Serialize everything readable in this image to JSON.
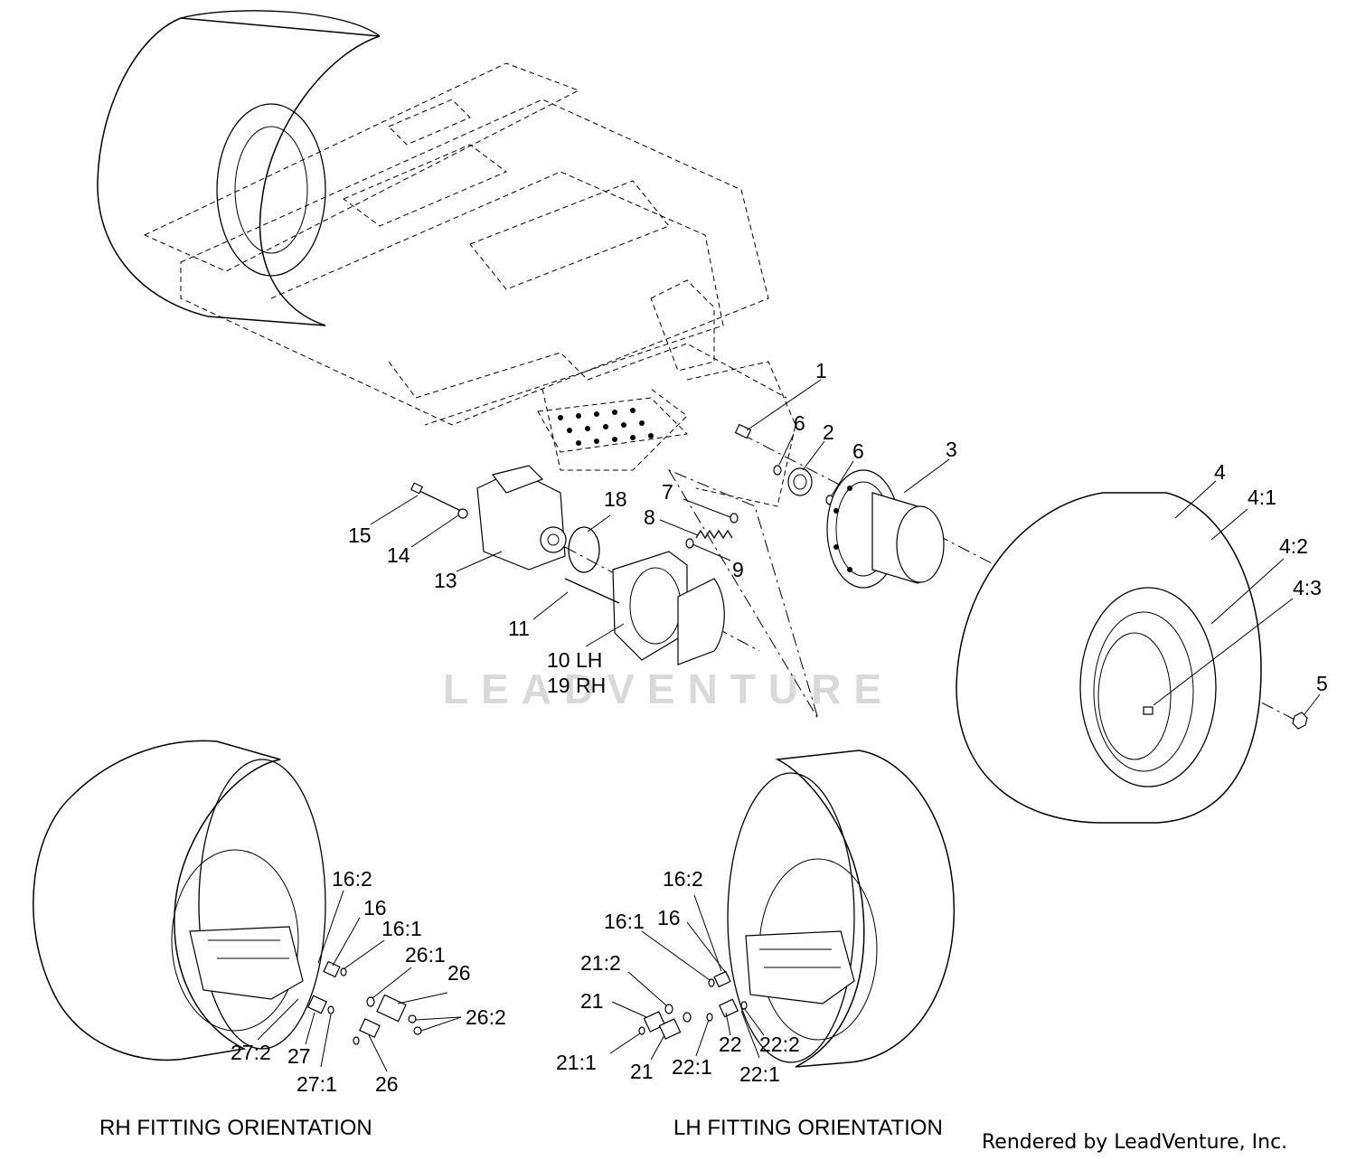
{
  "callouts": [
    {
      "id": "c1",
      "text": "1"
    },
    {
      "id": "c6a",
      "text": "6"
    },
    {
      "id": "c2",
      "text": "2"
    },
    {
      "id": "c6b",
      "text": "6"
    },
    {
      "id": "c3",
      "text": "3"
    },
    {
      "id": "c4",
      "text": "4"
    },
    {
      "id": "c41",
      "text": "4:1"
    },
    {
      "id": "c42",
      "text": "4:2"
    },
    {
      "id": "c43",
      "text": "4:3"
    },
    {
      "id": "c5",
      "text": "5"
    },
    {
      "id": "c7",
      "text": "7"
    },
    {
      "id": "c18",
      "text": "18"
    },
    {
      "id": "c8",
      "text": "8"
    },
    {
      "id": "c9",
      "text": "9"
    },
    {
      "id": "c15",
      "text": "15"
    },
    {
      "id": "c14",
      "text": "14"
    },
    {
      "id": "c13",
      "text": "13"
    },
    {
      "id": "c11",
      "text": "11"
    },
    {
      "id": "c10",
      "text": "10 LH"
    },
    {
      "id": "c19",
      "text": "19 RH"
    },
    {
      "id": "r162",
      "text": "16:2"
    },
    {
      "id": "r16",
      "text": "16"
    },
    {
      "id": "r161",
      "text": "16:1"
    },
    {
      "id": "r261",
      "text": "26:1"
    },
    {
      "id": "r26a",
      "text": "26"
    },
    {
      "id": "r262",
      "text": "26:2"
    },
    {
      "id": "r272",
      "text": "27:2"
    },
    {
      "id": "r27",
      "text": "27"
    },
    {
      "id": "r271",
      "text": "27:1"
    },
    {
      "id": "r26b",
      "text": "26"
    },
    {
      "id": "l162",
      "text": "16:2"
    },
    {
      "id": "l161",
      "text": "16:1"
    },
    {
      "id": "l16",
      "text": "16"
    },
    {
      "id": "l212",
      "text": "21:2"
    },
    {
      "id": "l21a",
      "text": "21"
    },
    {
      "id": "l211",
      "text": "21:1"
    },
    {
      "id": "l21b",
      "text": "21"
    },
    {
      "id": "l221a",
      "text": "22:1"
    },
    {
      "id": "l22",
      "text": "22"
    },
    {
      "id": "l222",
      "text": "22:2"
    },
    {
      "id": "l221b",
      "text": "22:1"
    }
  ],
  "captions": {
    "rh": "RH FITTING ORIENTATION",
    "lh": "LH FITTING ORIENTATION"
  },
  "credit": "Rendered by LeadVenture, Inc.",
  "watermark": "LEADVENTURE"
}
